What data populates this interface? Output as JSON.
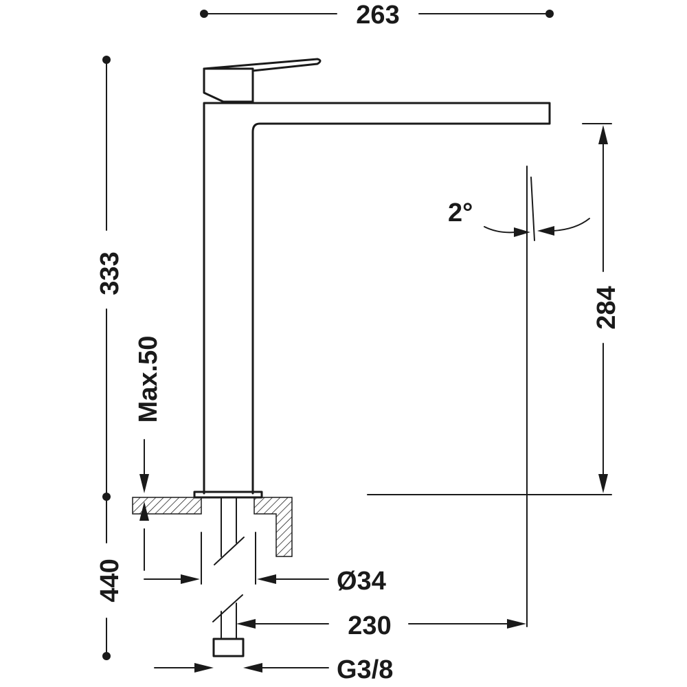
{
  "dimensions": {
    "total_length": "263",
    "total_height": "333",
    "spout_height": "284",
    "max_counter_thickness": "Max.50",
    "supply_hose_length": "440",
    "hole_diameter": "Ø34",
    "reach": "230",
    "connection_thread": "G3/8",
    "spout_angle": "2°"
  },
  "colors": {
    "ink": "#1a1a1a",
    "background": "#ffffff"
  }
}
